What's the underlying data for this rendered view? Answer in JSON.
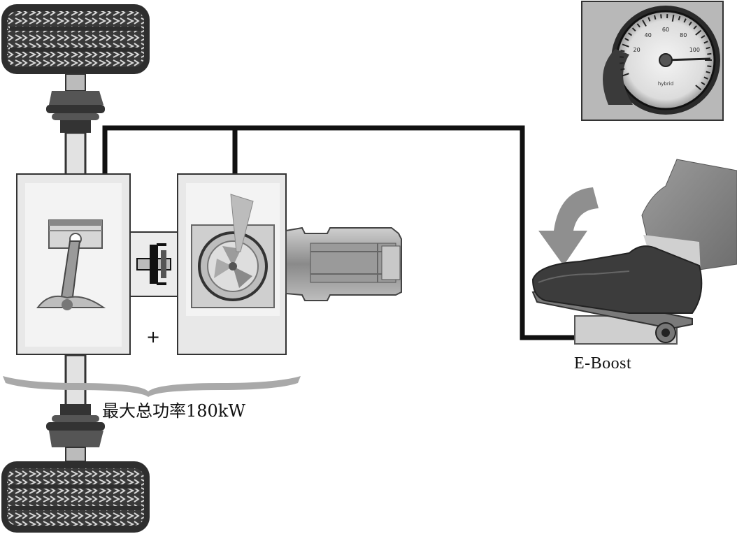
{
  "labels": {
    "plus": "+",
    "total_power": "最大总功率180kW",
    "eboost": "E-Boost"
  },
  "speedometer": {
    "ticks": [
      "20",
      "40",
      "60",
      "80",
      "100"
    ],
    "caption": "hybrid"
  },
  "colors": {
    "wire": "#111111",
    "tire": "#3a3a3a",
    "panel": "#e6e6e6",
    "arrow": "#8f8f8f",
    "shoe": "#3c3c3c",
    "brace": "#a9a9a9"
  },
  "icons": [
    "wheel-icon",
    "engine-piston-icon",
    "clutch-icon",
    "electric-motor-icon",
    "transmission-shaft-icon",
    "speedometer-icon",
    "accelerator-pedal-icon",
    "foot-icon",
    "curved-arrow-icon",
    "brace-icon"
  ]
}
